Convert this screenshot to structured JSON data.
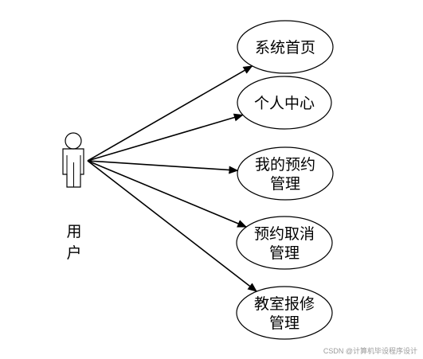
{
  "actor": {
    "name_lines": [
      "用",
      "户"
    ]
  },
  "use_cases": [
    {
      "id": "home",
      "lines": [
        "系统首页"
      ]
    },
    {
      "id": "profile",
      "lines": [
        "个人中心"
      ]
    },
    {
      "id": "my-booking",
      "lines": [
        "我的预约",
        "管理"
      ]
    },
    {
      "id": "cancel-booking",
      "lines": [
        "预约取消",
        "管理"
      ]
    },
    {
      "id": "repair",
      "lines": [
        "教室报修",
        "管理"
      ]
    }
  ],
  "watermark": "CSDN @计算机毕设程序设计",
  "colors": {
    "line": "#000000",
    "background": "#ffffff",
    "watermark": "#9a9a9a"
  }
}
